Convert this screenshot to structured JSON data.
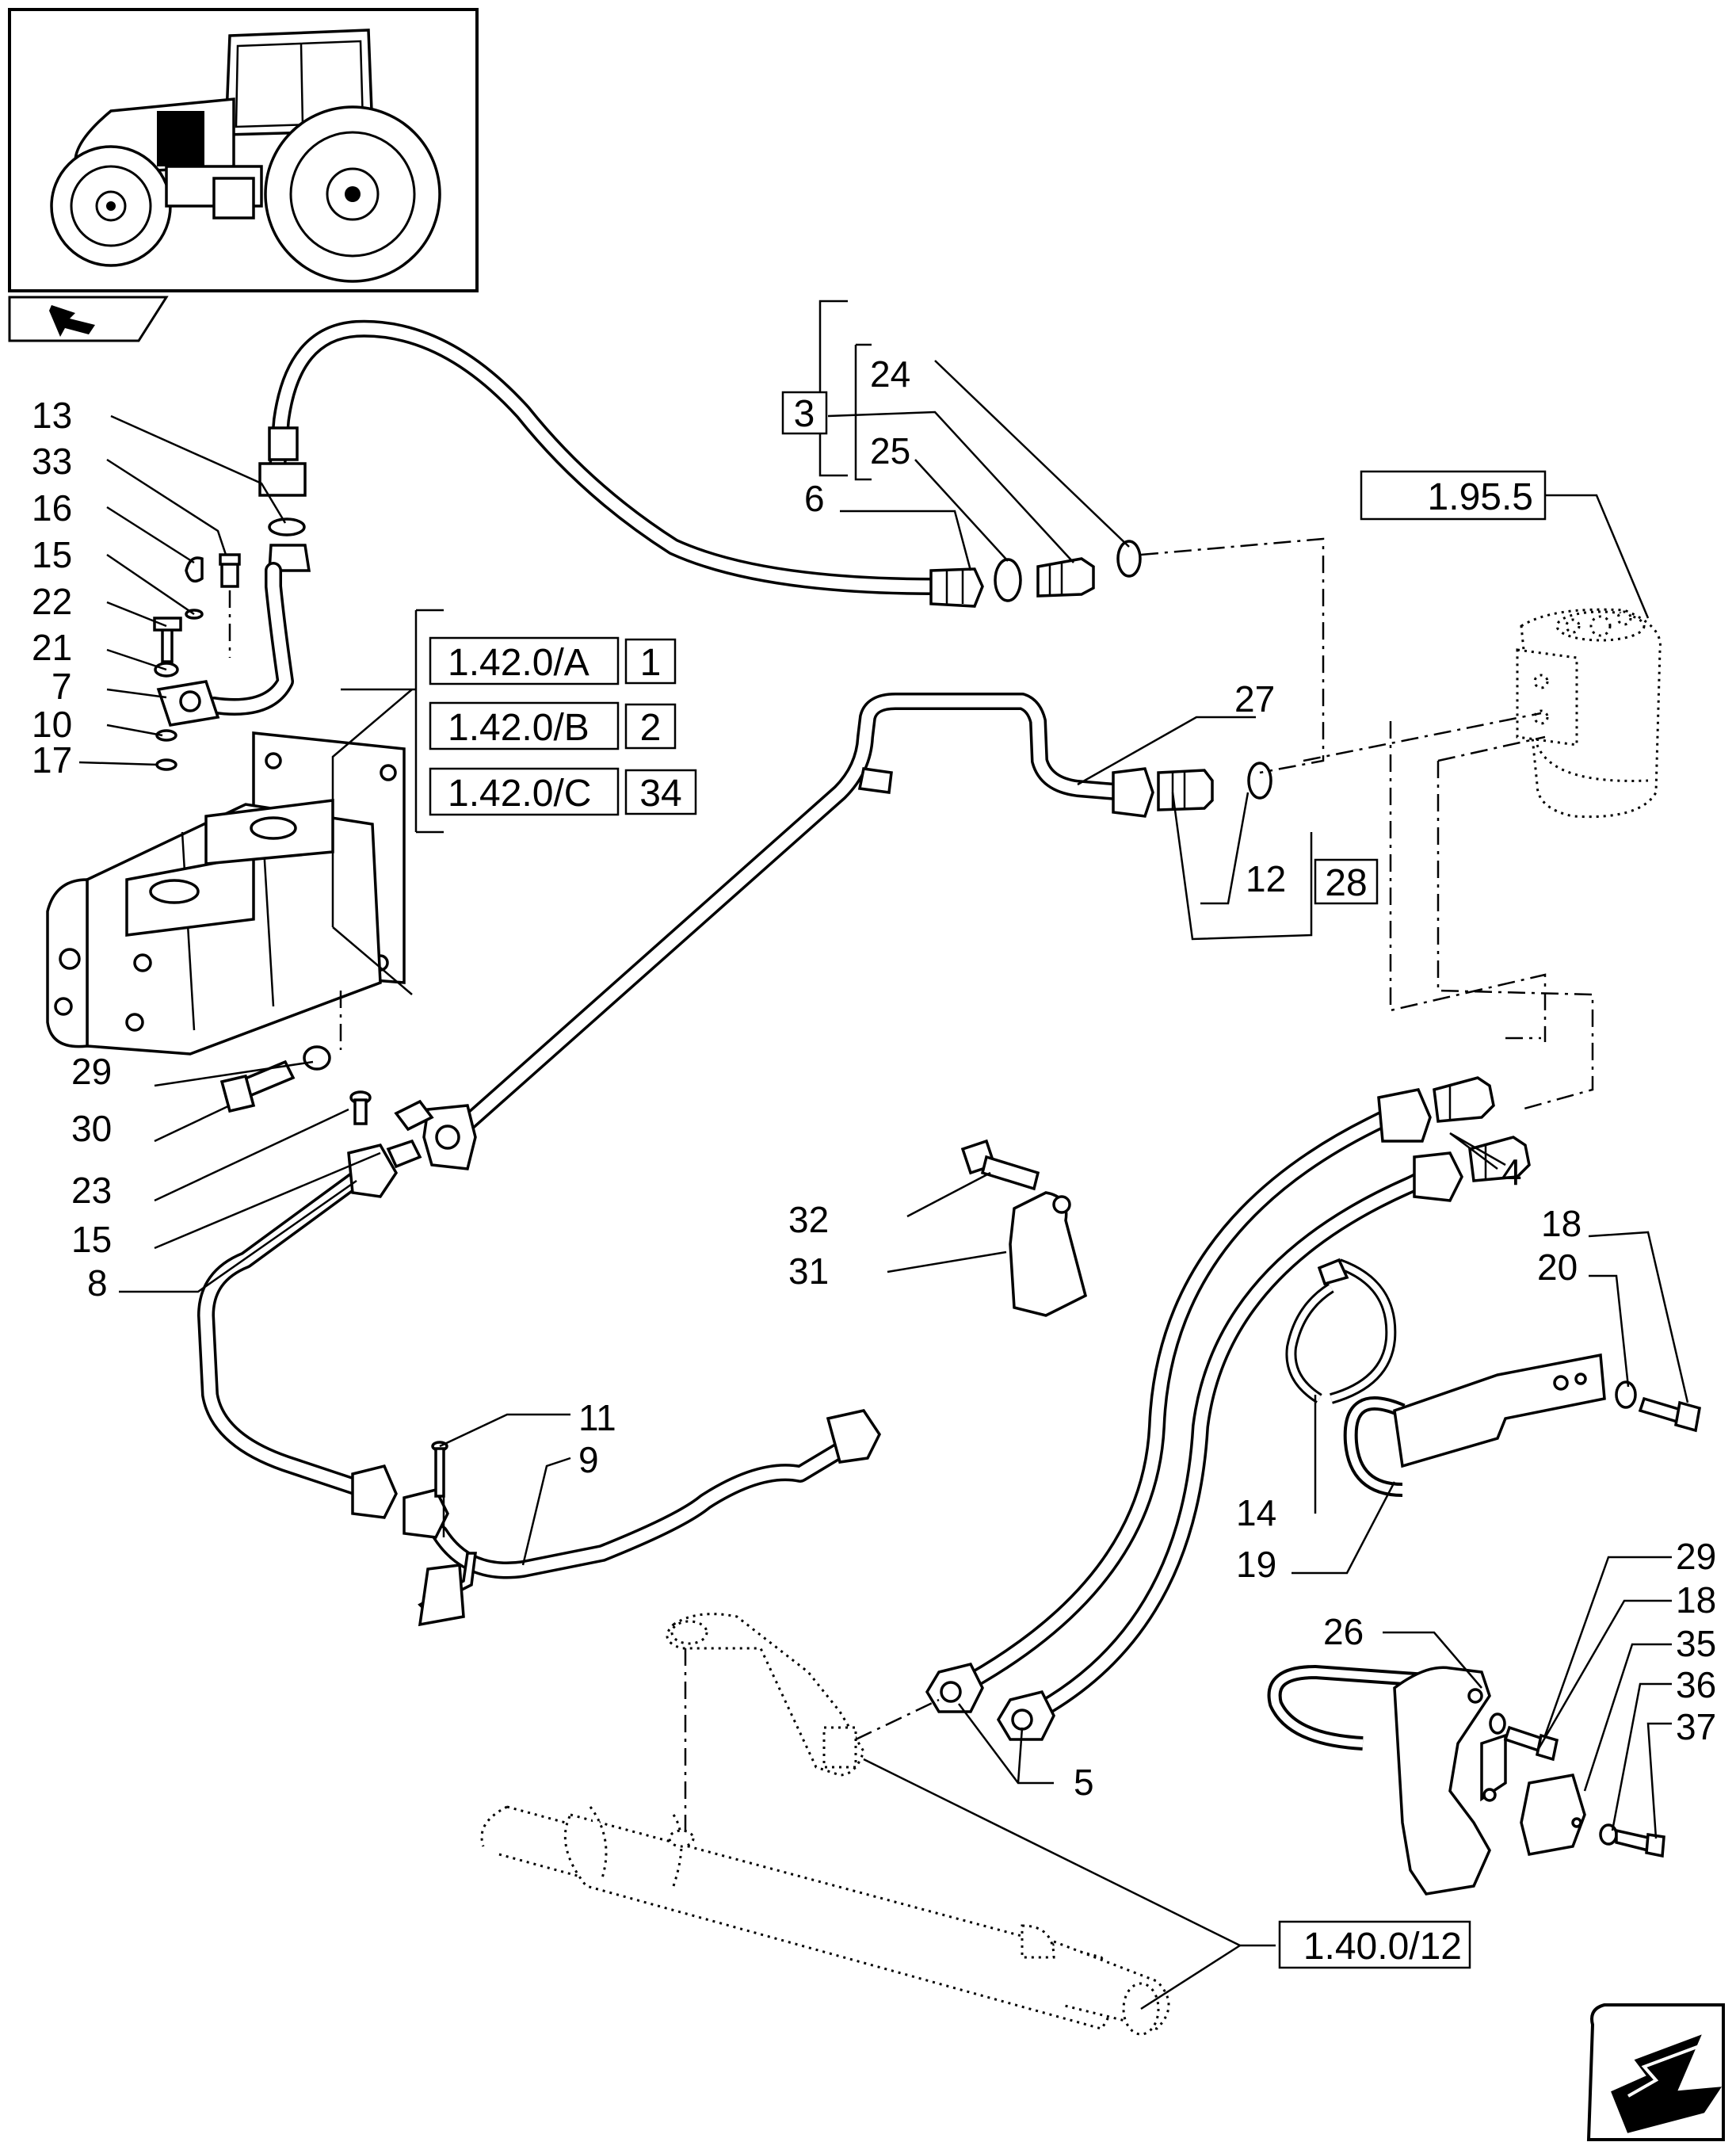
{
  "diagram": {
    "references": [
      {
        "id": "ref-1-95-5",
        "text": "1.95.5"
      },
      {
        "id": "ref-1-42-0-a",
        "text": "1.42.0/A"
      },
      {
        "id": "ref-1-42-0-b",
        "text": "1.42.0/B"
      },
      {
        "id": "ref-1-42-0-c",
        "text": "1.42.0/C"
      },
      {
        "id": "ref-1-40-0-12",
        "text": "1.40.0/12"
      }
    ],
    "boxed_numbers": {
      "b3": "3",
      "b1": "1",
      "b2": "2",
      "b34": "34",
      "b28": "28"
    },
    "callouts": {
      "c13": "13",
      "c33": "33",
      "c16": "16",
      "c15a": "15",
      "c22": "22",
      "c21": "21",
      "c7": "7",
      "c10": "10",
      "c17": "17",
      "c24": "24",
      "c25": "25",
      "c6": "6",
      "c27": "27",
      "c12": "12",
      "c29a": "29",
      "c30": "30",
      "c23": "23",
      "c15b": "15",
      "c8": "8",
      "c4": "4",
      "c18a": "18",
      "c20": "20",
      "c32": "32",
      "c31": "31",
      "c11": "11",
      "c9": "9",
      "c14": "14",
      "c19": "19",
      "c29b": "29",
      "c18b": "18",
      "c35": "35",
      "c36": "36",
      "c37": "37",
      "c26": "26",
      "c5": "5"
    }
  }
}
